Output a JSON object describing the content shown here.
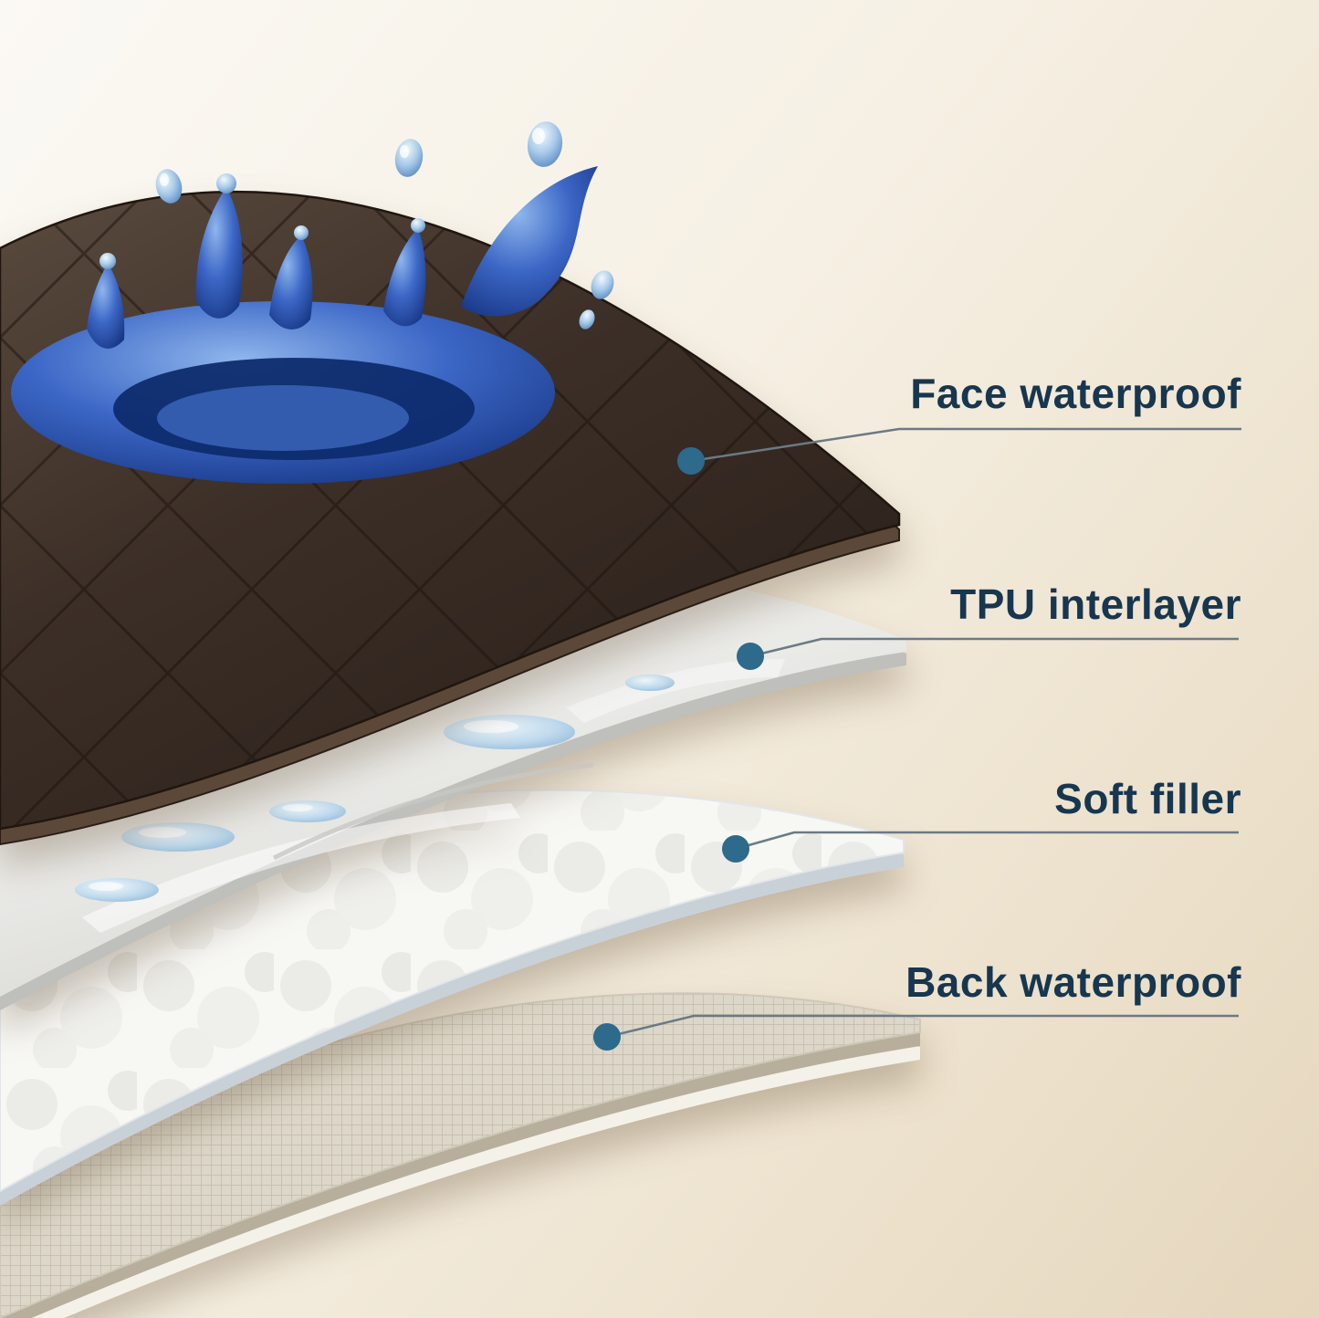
{
  "diagram": {
    "type": "layered-product-structure",
    "layers": [
      {
        "id": "face-waterproof",
        "label": "Face waterproof"
      },
      {
        "id": "tpu-interlayer",
        "label": "TPU interlayer"
      },
      {
        "id": "soft-filler",
        "label": "Soft filler"
      },
      {
        "id": "back-waterproof",
        "label": "Back waterproof"
      }
    ],
    "colors": {
      "label_text": "#17364f",
      "leader_line": "#6b7a84",
      "connector_dot": "#2d6a8c",
      "face_layer_fabric": "#3a2d25",
      "water_splash_blue": "#2f5bb8",
      "background": "#efe4d0"
    }
  }
}
